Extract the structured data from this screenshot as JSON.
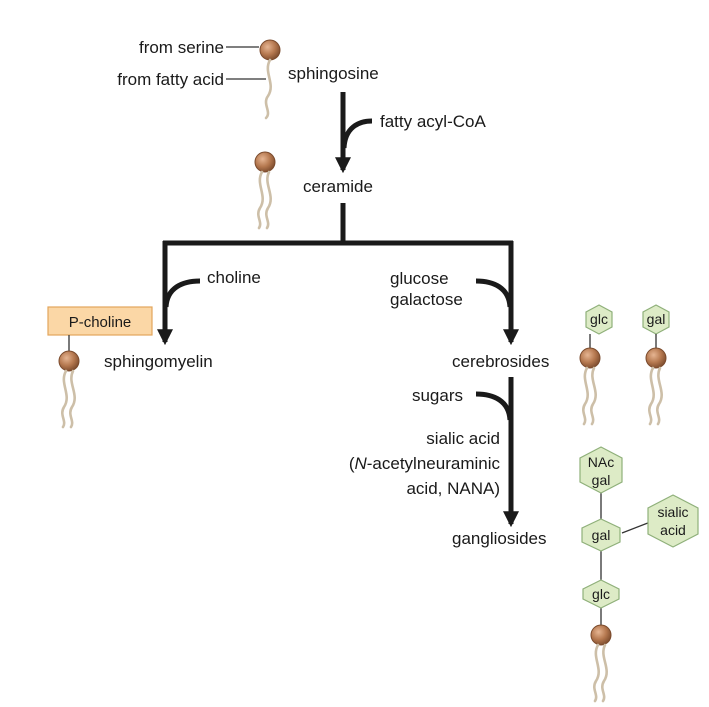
{
  "labels": {
    "from_serine": "from serine",
    "from_fatty_acid": "from fatty acid",
    "sphingosine": "sphingosine",
    "fatty_acyl_coa": "fatty acyl-CoA",
    "ceramide": "ceramide",
    "choline": "choline",
    "glucose": "glucose",
    "galactose": "galactose",
    "p_choline": "P-choline",
    "sphingomyelin": "sphingomyelin",
    "cerebrosides": "cerebrosides",
    "sugars": "sugars",
    "sialic_acid": "sialic acid",
    "nana_line_open": "(",
    "nana_n": "N",
    "nana_line_rest": "-acetylneuraminic",
    "nana_line2": "acid, NANA)",
    "gangliosides": "gangliosides"
  },
  "sugar_units": {
    "glc": "glc",
    "gal": "gal",
    "nac": "NAc",
    "sialic_1": "sialic",
    "sialic_2": "acid"
  },
  "colors": {
    "arrow": "#1a1a1a",
    "head_fill": "#b5784f",
    "head_stroke": "#7a4a2c",
    "tail": "#cdbfa8",
    "hex_fill": "#ddebc6",
    "hex_stroke": "#8fb07a",
    "box_fill": "#fbd7a6",
    "box_stroke": "#e3a55c"
  }
}
